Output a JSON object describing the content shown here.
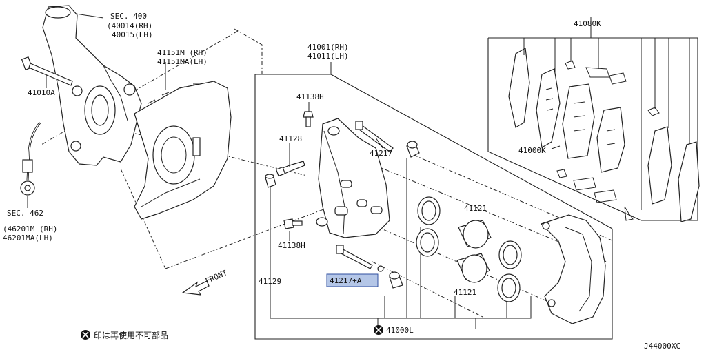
{
  "labels": {
    "sec400_title": "SEC. 400",
    "sec400_rh": "(40014(RH)",
    "sec400_lh": "40015(LH)",
    "p41010a": "41010A",
    "p41151": "41151M (RH)",
    "p41151ma": "41151MA(LH)",
    "p41001": "41001(RH)",
    "p41011": "41011(LH)",
    "p41138h_top": "41138H",
    "p41128": "41128",
    "p41217": "41217",
    "p41138h_bottom": "41138H",
    "p41129": "41129",
    "p41217a": "41217+A",
    "p41121_top": "41121",
    "p41121_bottom": "41121",
    "p41000l": "41000L",
    "p41080k": "41080K",
    "p41000k": "41000K",
    "sec462_title": "SEC. 462",
    "sec462_rh": "(46201M (RH)",
    "sec462_lh": "46201MA(LH)",
    "front": "FRONT",
    "note": "印は再使用不可部品",
    "diagram_code": "J44000XC"
  },
  "colors": {
    "highlight": "#b4c6e7",
    "line": "#222222"
  }
}
